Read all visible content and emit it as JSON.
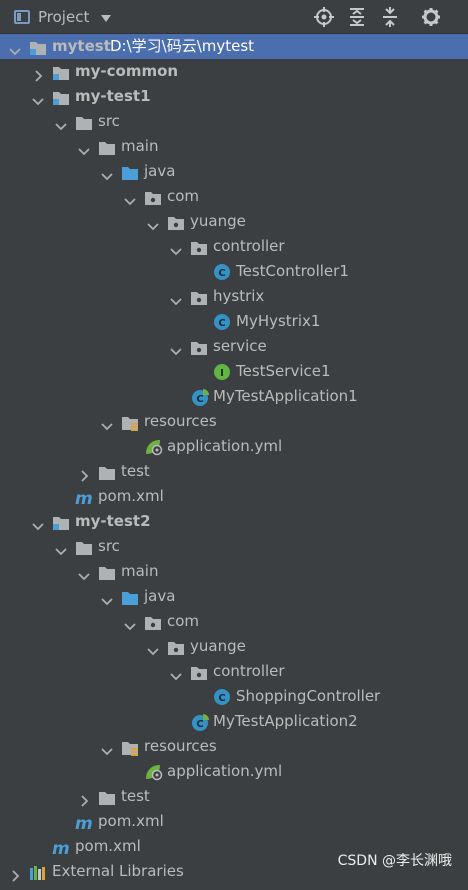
{
  "header": {
    "title": "Project",
    "actions": [
      "locate-icon",
      "expand-all-icon",
      "collapse-all-icon",
      "gear-icon"
    ]
  },
  "tree": [
    {
      "label": "mytest",
      "path": "D:\\学习\\码云\\mytest",
      "kind": "module",
      "level": 0,
      "expanded": true,
      "bold": true,
      "selected": true
    },
    {
      "label": "my-common",
      "kind": "module",
      "level": 1,
      "expanded": false,
      "bold": true
    },
    {
      "label": "my-test1",
      "kind": "module",
      "level": 1,
      "expanded": true,
      "bold": true
    },
    {
      "label": "src",
      "kind": "folder",
      "level": 2,
      "expanded": true
    },
    {
      "label": "main",
      "kind": "folder",
      "level": 3,
      "expanded": true
    },
    {
      "label": "java",
      "kind": "source-folder",
      "level": 4,
      "expanded": true
    },
    {
      "label": "com",
      "kind": "package",
      "level": 5,
      "expanded": true
    },
    {
      "label": "yuange",
      "kind": "package",
      "level": 6,
      "expanded": true
    },
    {
      "label": "controller",
      "kind": "package",
      "level": 7,
      "expanded": true
    },
    {
      "label": "TestController1",
      "kind": "class",
      "level": 8
    },
    {
      "label": "hystrix",
      "kind": "package",
      "level": 7,
      "expanded": true
    },
    {
      "label": "MyHystrix1",
      "kind": "class",
      "level": 8
    },
    {
      "label": "service",
      "kind": "package",
      "level": 7,
      "expanded": true
    },
    {
      "label": "TestService1",
      "kind": "interface",
      "level": 8
    },
    {
      "label": "MyTestApplication1",
      "kind": "spring-class",
      "level": 7
    },
    {
      "label": "resources",
      "kind": "resources",
      "level": 4,
      "expanded": true
    },
    {
      "label": "application.yml",
      "kind": "yml",
      "level": 5
    },
    {
      "label": "test",
      "kind": "folder",
      "level": 3,
      "expanded": false
    },
    {
      "label": "pom.xml",
      "kind": "maven",
      "level": 2
    },
    {
      "label": "my-test2",
      "kind": "module",
      "level": 1,
      "expanded": true,
      "bold": true
    },
    {
      "label": "src",
      "kind": "folder",
      "level": 2,
      "expanded": true
    },
    {
      "label": "main",
      "kind": "folder",
      "level": 3,
      "expanded": true
    },
    {
      "label": "java",
      "kind": "source-folder",
      "level": 4,
      "expanded": true
    },
    {
      "label": "com",
      "kind": "package",
      "level": 5,
      "expanded": true
    },
    {
      "label": "yuange",
      "kind": "package",
      "level": 6,
      "expanded": true
    },
    {
      "label": "controller",
      "kind": "package",
      "level": 7,
      "expanded": true
    },
    {
      "label": "ShoppingController",
      "kind": "class",
      "level": 8
    },
    {
      "label": "MyTestApplication2",
      "kind": "spring-class",
      "level": 7
    },
    {
      "label": "resources",
      "kind": "resources",
      "level": 4,
      "expanded": true
    },
    {
      "label": "application.yml",
      "kind": "yml",
      "level": 5
    },
    {
      "label": "test",
      "kind": "folder",
      "level": 3,
      "expanded": false
    },
    {
      "label": "pom.xml",
      "kind": "maven",
      "level": 2
    },
    {
      "label": "pom.xml",
      "kind": "maven",
      "level": 1
    },
    {
      "label": "External Libraries",
      "kind": "libraries",
      "level": 0,
      "expanded": false
    }
  ],
  "watermark": "CSDN @李长渊哦",
  "colors": {
    "background": "#3c3f41",
    "selection": "#4b6eaf",
    "text": "#bbbbbb",
    "folder": "#afb1b3",
    "source_folder": "#4a9fd8",
    "class_icon": "#3592c4",
    "interface_icon": "#62b543",
    "spring": "#6db33f",
    "maven": "#4a9fd8"
  }
}
